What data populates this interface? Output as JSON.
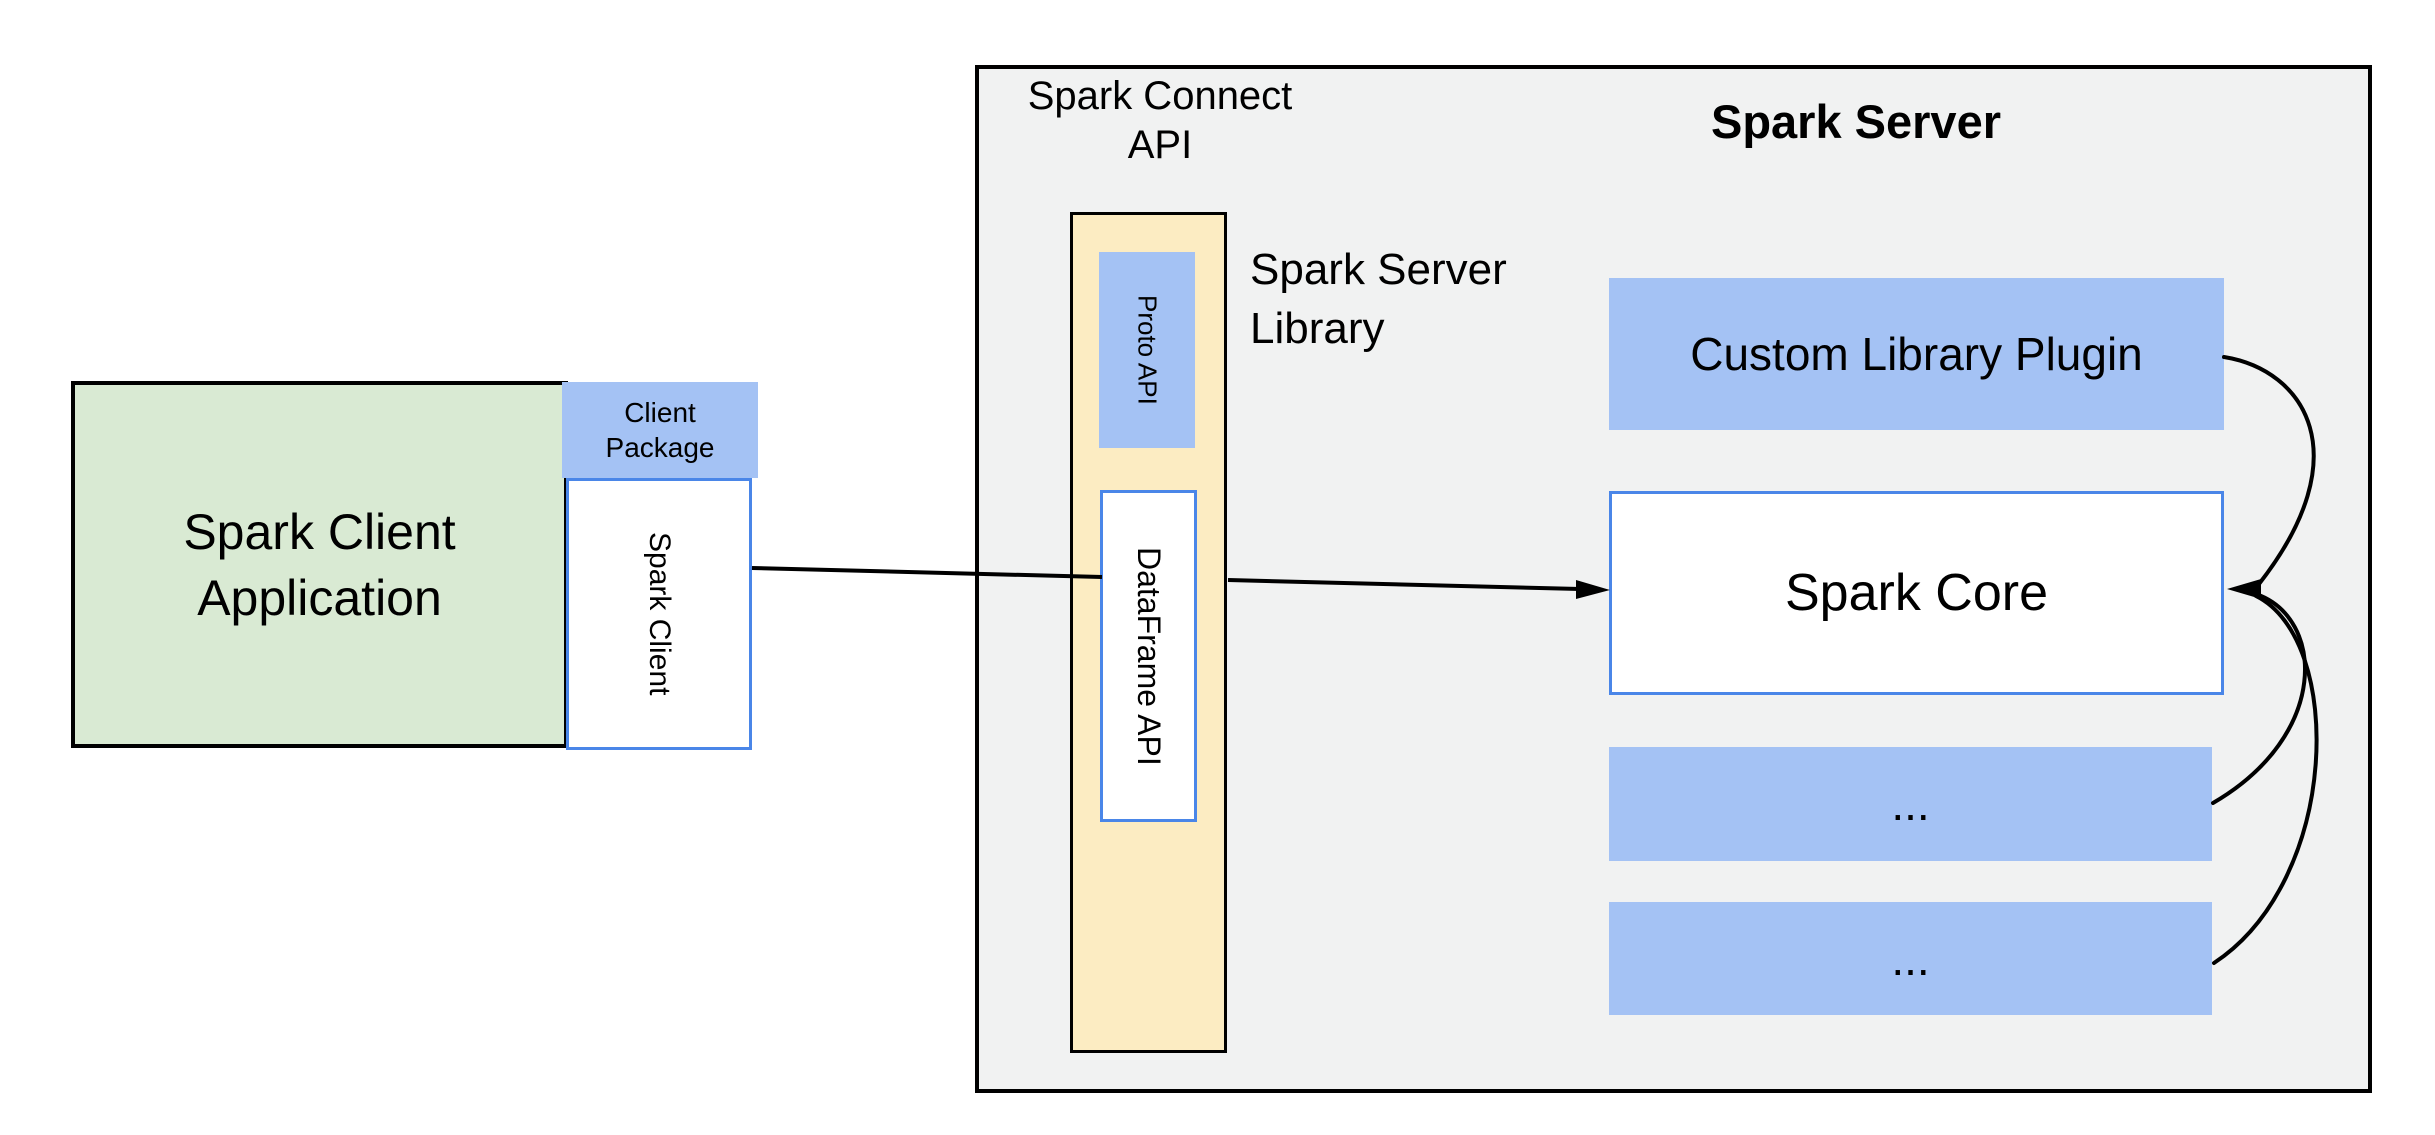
{
  "colors": {
    "page_bg": "#ffffff",
    "gray_fill": "#f1f2f2",
    "green_fill": "#d9ead3",
    "yellow_fill": "#fcecc2",
    "box_blue": "#a4c2f4",
    "border_blue": "#4a86e8",
    "line_black": "#000000",
    "text": "#000000"
  },
  "client": {
    "application_label": "Spark Client\nApplication",
    "package_label": "Client\nPackage",
    "spark_client_label": "Spark Client"
  },
  "connect": {
    "title": "Spark Connect\nAPI",
    "proto_api_label": "Proto API",
    "dataframe_api_label": "DataFrame API",
    "server_library_label": "Spark Server\nLibrary"
  },
  "server": {
    "title": "Spark Server",
    "custom_plugin_label": "Custom Library Plugin",
    "spark_core_label": "Spark Core",
    "module_placeholder_1": "...",
    "module_placeholder_2": "..."
  }
}
